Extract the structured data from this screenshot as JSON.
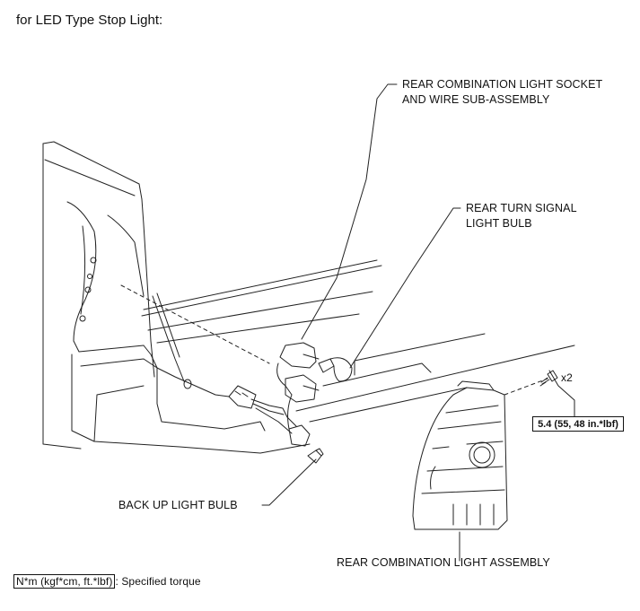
{
  "title": "for LED Type Stop Light:",
  "callouts": {
    "socket_line1": "REAR COMBINATION LIGHT SOCKET",
    "socket_line2": "AND WIRE SUB-ASSEMBLY",
    "turn_line1": "REAR TURN SIGNAL",
    "turn_line2": "LIGHT BULB",
    "backup": "BACK UP LIGHT BULB",
    "assembly": "REAR COMBINATION LIGHT ASSEMBLY",
    "qty": "x2",
    "torque": "5.4 (55, 48 in.*lbf)"
  },
  "legend": {
    "unit_box": "N*m (kgf*cm, ft.*lbf)",
    "text": ": Specified torque"
  },
  "icons": [
    "screw-icon",
    "bulb-icon"
  ]
}
